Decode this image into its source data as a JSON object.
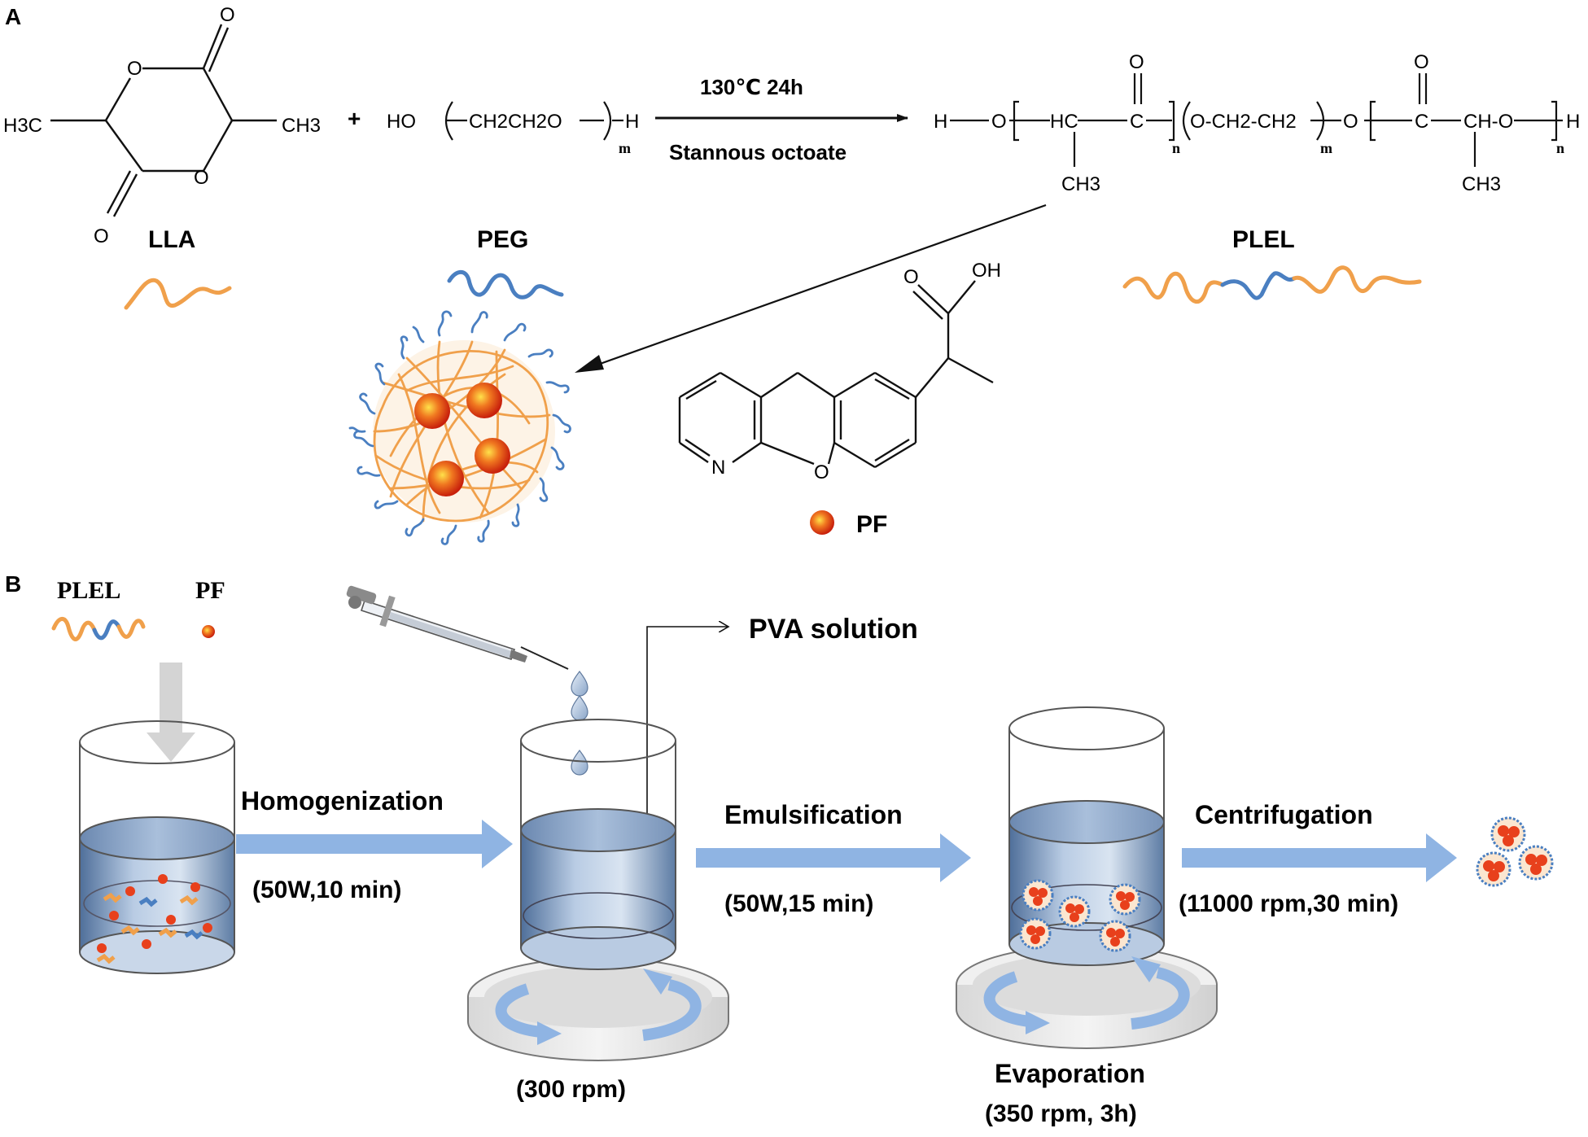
{
  "panel_a": {
    "label": "A",
    "reaction": {
      "plus": "+",
      "conditions_top": "130℃ 24h",
      "conditions_bottom": "Stannous octoate",
      "lla_methyl_left": "H3C",
      "lla_methyl_right": "CH3",
      "lla_oxygen": "O",
      "peg_ho": "HO",
      "peg_unit": "CH2CH2O",
      "peg_h": "H",
      "subscript_m": "m",
      "subscript_n": "n",
      "plel_formula": {
        "h_start": "H",
        "o": "O",
        "hc": "HC",
        "c": "C",
        "ch3": "CH3",
        "peg_segment": "O-CH2-CH2",
        "ch_o": "CH-O",
        "h_end": "H"
      }
    },
    "labels": {
      "lla": "LLA",
      "peg": "PEG",
      "plel": "PLEL",
      "pf": "PF"
    },
    "pf_structure": {
      "oh": "OH",
      "o_carbonyl": "O",
      "n": "N",
      "o_ring": "O"
    }
  },
  "panel_b": {
    "label": "B",
    "inputs": {
      "plel": "PLEL",
      "pf": "PF"
    },
    "pva": "PVA solution",
    "steps": [
      {
        "name": "Homogenization",
        "condition": "(50W,10 min)"
      },
      {
        "name": "Emulsification",
        "condition": "(50W,15 min)"
      },
      {
        "name": "Centrifugation",
        "condition": "(11000 rpm,30 min)"
      }
    ],
    "stir1": "(300 rpm)",
    "evaporation": {
      "name": "Evaporation",
      "condition": "(350 rpm, 3h)"
    }
  },
  "colors": {
    "orange": "#f0a04b",
    "blue": "#4a7fc1",
    "arrow_blue": "#8fb4e3",
    "liquid": "#9fb8d8",
    "particle": "#e8401c"
  }
}
